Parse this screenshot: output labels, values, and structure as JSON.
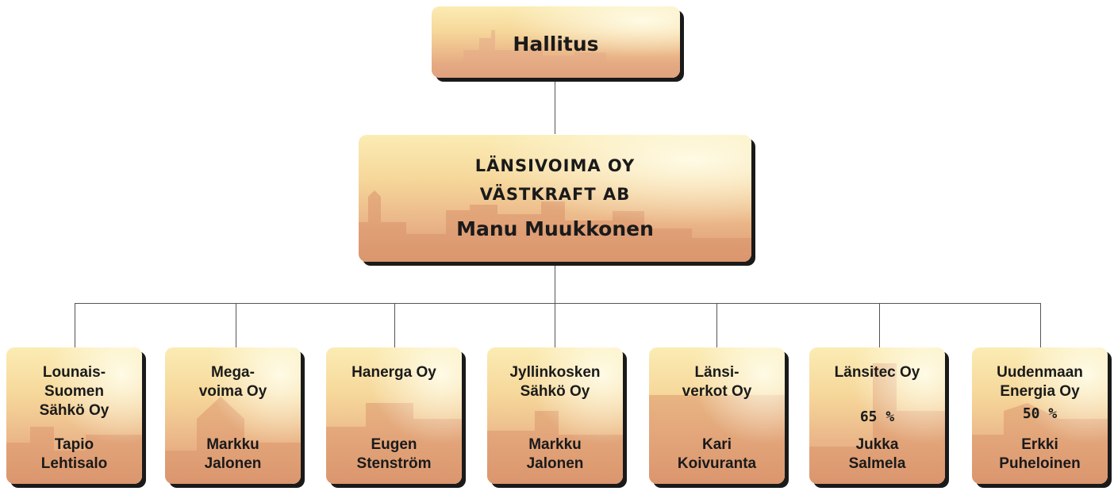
{
  "board": {
    "label": "Hallitus"
  },
  "parent": {
    "name_fi": "LÄNSIVOIMA OY",
    "name_sv": "VÄSTKRAFT AB",
    "head": "Manu Muukkonen"
  },
  "subsidiaries": [
    {
      "name_lines": [
        "Lounais-",
        "Suomen",
        "Sähkö Oy"
      ],
      "share": "",
      "head_lines": [
        "Tapio",
        "Lehtisalo"
      ]
    },
    {
      "name_lines": [
        "Mega-",
        "voima Oy"
      ],
      "share": "",
      "head_lines": [
        "Markku",
        "Jalonen"
      ]
    },
    {
      "name_lines": [
        "Hanerga Oy"
      ],
      "share": "",
      "head_lines": [
        "Eugen",
        "Stenström"
      ]
    },
    {
      "name_lines": [
        "Jyllinkosken",
        "Sähkö Oy"
      ],
      "share": "",
      "head_lines": [
        "Markku",
        "Jalonen"
      ]
    },
    {
      "name_lines": [
        "Länsi-",
        "verkot Oy"
      ],
      "share": "",
      "head_lines": [
        "Kari",
        "Koivuranta"
      ]
    },
    {
      "name_lines": [
        "Länsitec Oy"
      ],
      "share": "65 %",
      "head_lines": [
        "Jukka",
        "Salmela"
      ]
    },
    {
      "name_lines": [
        "Uudenmaan",
        "Energia Oy"
      ],
      "share": "50 %",
      "head_lines": [
        "Erkki",
        "Puheloinen"
      ]
    }
  ],
  "colors": {
    "box_top": "#fbecb4",
    "box_bottom": "#dc9a72",
    "shadow": "#1a1a1a",
    "connector": "#555555",
    "text": "#1a1a1a"
  }
}
